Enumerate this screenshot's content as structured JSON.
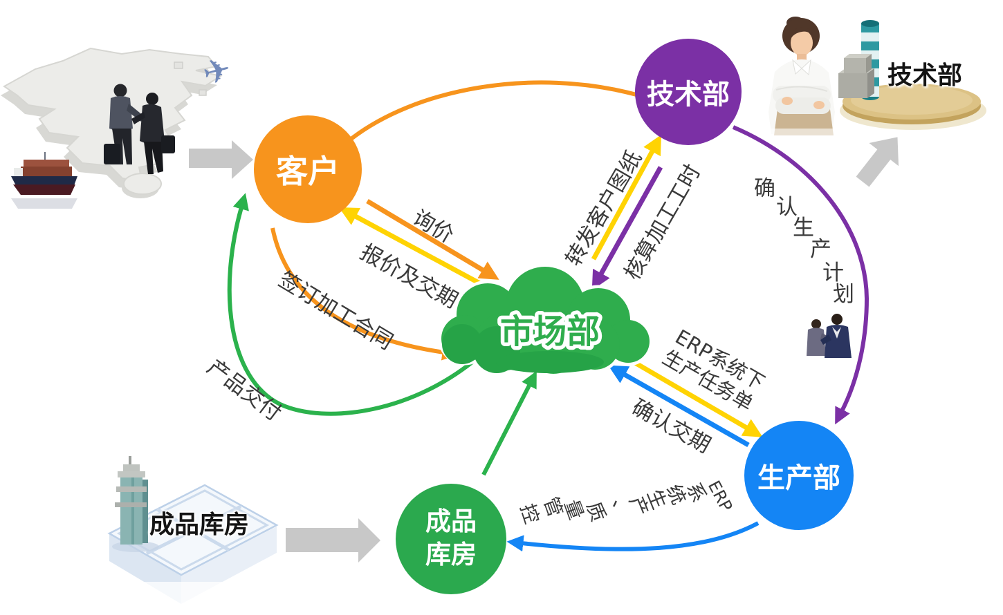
{
  "diagram": {
    "nodes": {
      "customer": {
        "label": "客户",
        "color": "#F7941D"
      },
      "tech_dept": {
        "label": "技术部",
        "color": "#7B30A5"
      },
      "marketing_dept": {
        "label": "市场部",
        "color": "#2FAD4D"
      },
      "production_dept": {
        "label": "生产部",
        "color": "#1485F5"
      },
      "warehouse": {
        "line1": "成品",
        "line2": "库房",
        "color": "#2BA94E"
      }
    },
    "edges": {
      "inquiry": {
        "label": "询价"
      },
      "quotation": {
        "label": "报价及交期"
      },
      "contract": {
        "label": "签订加工合同"
      },
      "product_delivery": {
        "label": "产品交付"
      },
      "forward_drawings": {
        "label": "转发客户图纸"
      },
      "calc_hours": {
        "label": "核算加工工时"
      },
      "confirm_plan": {
        "label": "确认生产计划",
        "chars": [
          "确",
          "认",
          "生",
          "产",
          "计",
          "划"
        ]
      },
      "erp_task": {
        "line1": "ERP系统下",
        "line2": "生产任务单"
      },
      "confirm_delivery": {
        "label": "确认交期"
      },
      "erp_quality": {
        "label": "ERP系统生产、质量管控",
        "chars": [
          "ERP",
          "系",
          "统",
          "生",
          "产",
          "、",
          "质",
          "量",
          "管",
          "控"
        ]
      }
    },
    "photo_labels": {
      "tech_dept": "技术部",
      "warehouse": "成品库房"
    },
    "colors": {
      "orange": "#F7941D",
      "yellow": "#FFD303",
      "purple": "#7B30A5",
      "green": "#2BB24C",
      "blue": "#1485F5",
      "cloud_green": "#2FAD4D",
      "cloud_shadow": "#26A347",
      "gray_arrow": "#C8C8C8",
      "label_text": "#3A3A3A"
    }
  }
}
